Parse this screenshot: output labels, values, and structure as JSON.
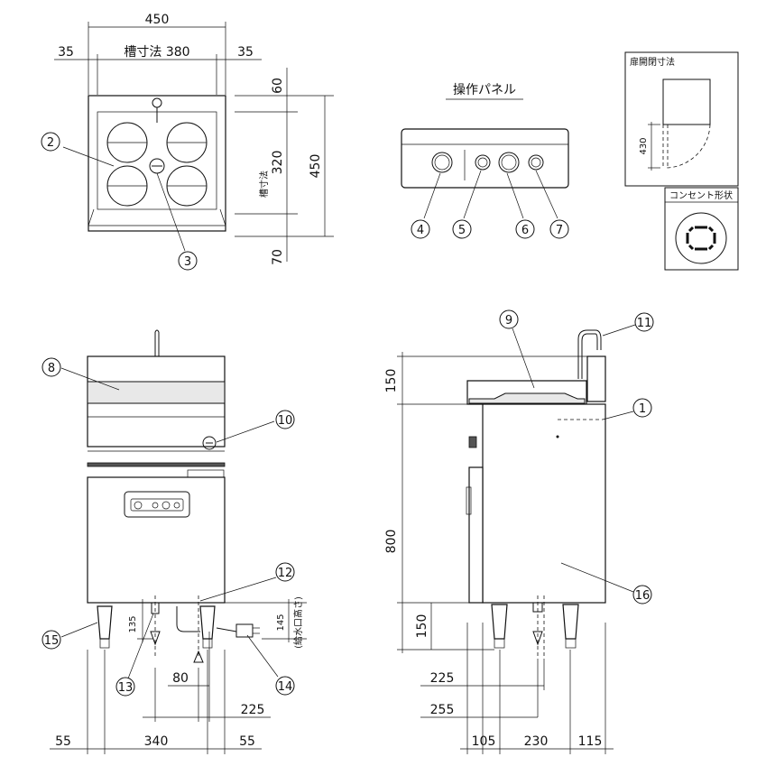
{
  "top_view": {
    "overall_width": "450",
    "side_margin_left": "35",
    "side_margin_right": "35",
    "tank_width_label": "槽寸法 380",
    "top_margin": "60",
    "tank_depth": "320",
    "tank_depth_label": "槽寸法",
    "overall_depth": "450",
    "bottom_margin": "70"
  },
  "operation_panel": {
    "title": "操作パネル"
  },
  "door_box": {
    "title": "扉開閉寸法",
    "dimension": "430"
  },
  "outlet_box": {
    "title": "コンセント形状"
  },
  "front_view": {
    "dim_135": "135",
    "dim_145": "145",
    "inlet_height_note": "(給水口高さ)",
    "dim_80": "80",
    "dim_225": "225",
    "bottom_left": "55",
    "bottom_mid": "340",
    "bottom_right": "55"
  },
  "side_view": {
    "dim_150_top": "150",
    "dim_800": "800",
    "dim_150_bottom": "150",
    "dim_225": "225",
    "dim_255": "255",
    "bottom_105": "105",
    "bottom_230": "230",
    "bottom_115": "115"
  },
  "callouts": [
    "1",
    "2",
    "3",
    "4",
    "5",
    "6",
    "7",
    "8",
    "9",
    "10",
    "11",
    "12",
    "13",
    "14",
    "15",
    "16"
  ]
}
